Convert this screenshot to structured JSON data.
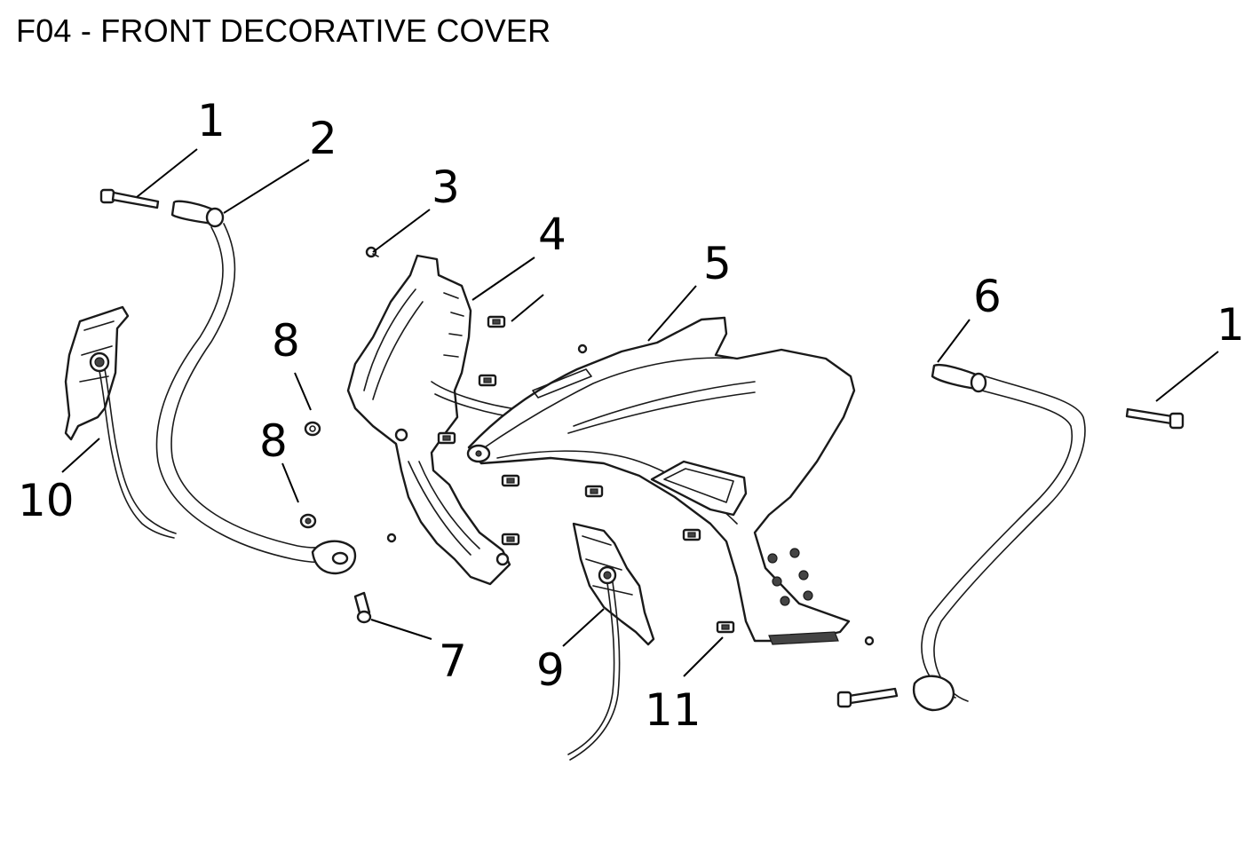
{
  "title": "F04 - FRONT DECORATIVE COVER",
  "callouts": [
    {
      "id": "c1a",
      "label": "1"
    },
    {
      "id": "c2",
      "label": "2"
    },
    {
      "id": "c3",
      "label": "3"
    },
    {
      "id": "c4",
      "label": "4"
    },
    {
      "id": "c5",
      "label": "5"
    },
    {
      "id": "c6",
      "label": "6"
    },
    {
      "id": "c1b",
      "label": "1"
    },
    {
      "id": "c8a",
      "label": "8"
    },
    {
      "id": "c8b",
      "label": "8"
    },
    {
      "id": "c10",
      "label": "10"
    },
    {
      "id": "c7",
      "label": "7"
    },
    {
      "id": "c9",
      "label": "9"
    },
    {
      "id": "c11",
      "label": "11"
    }
  ]
}
